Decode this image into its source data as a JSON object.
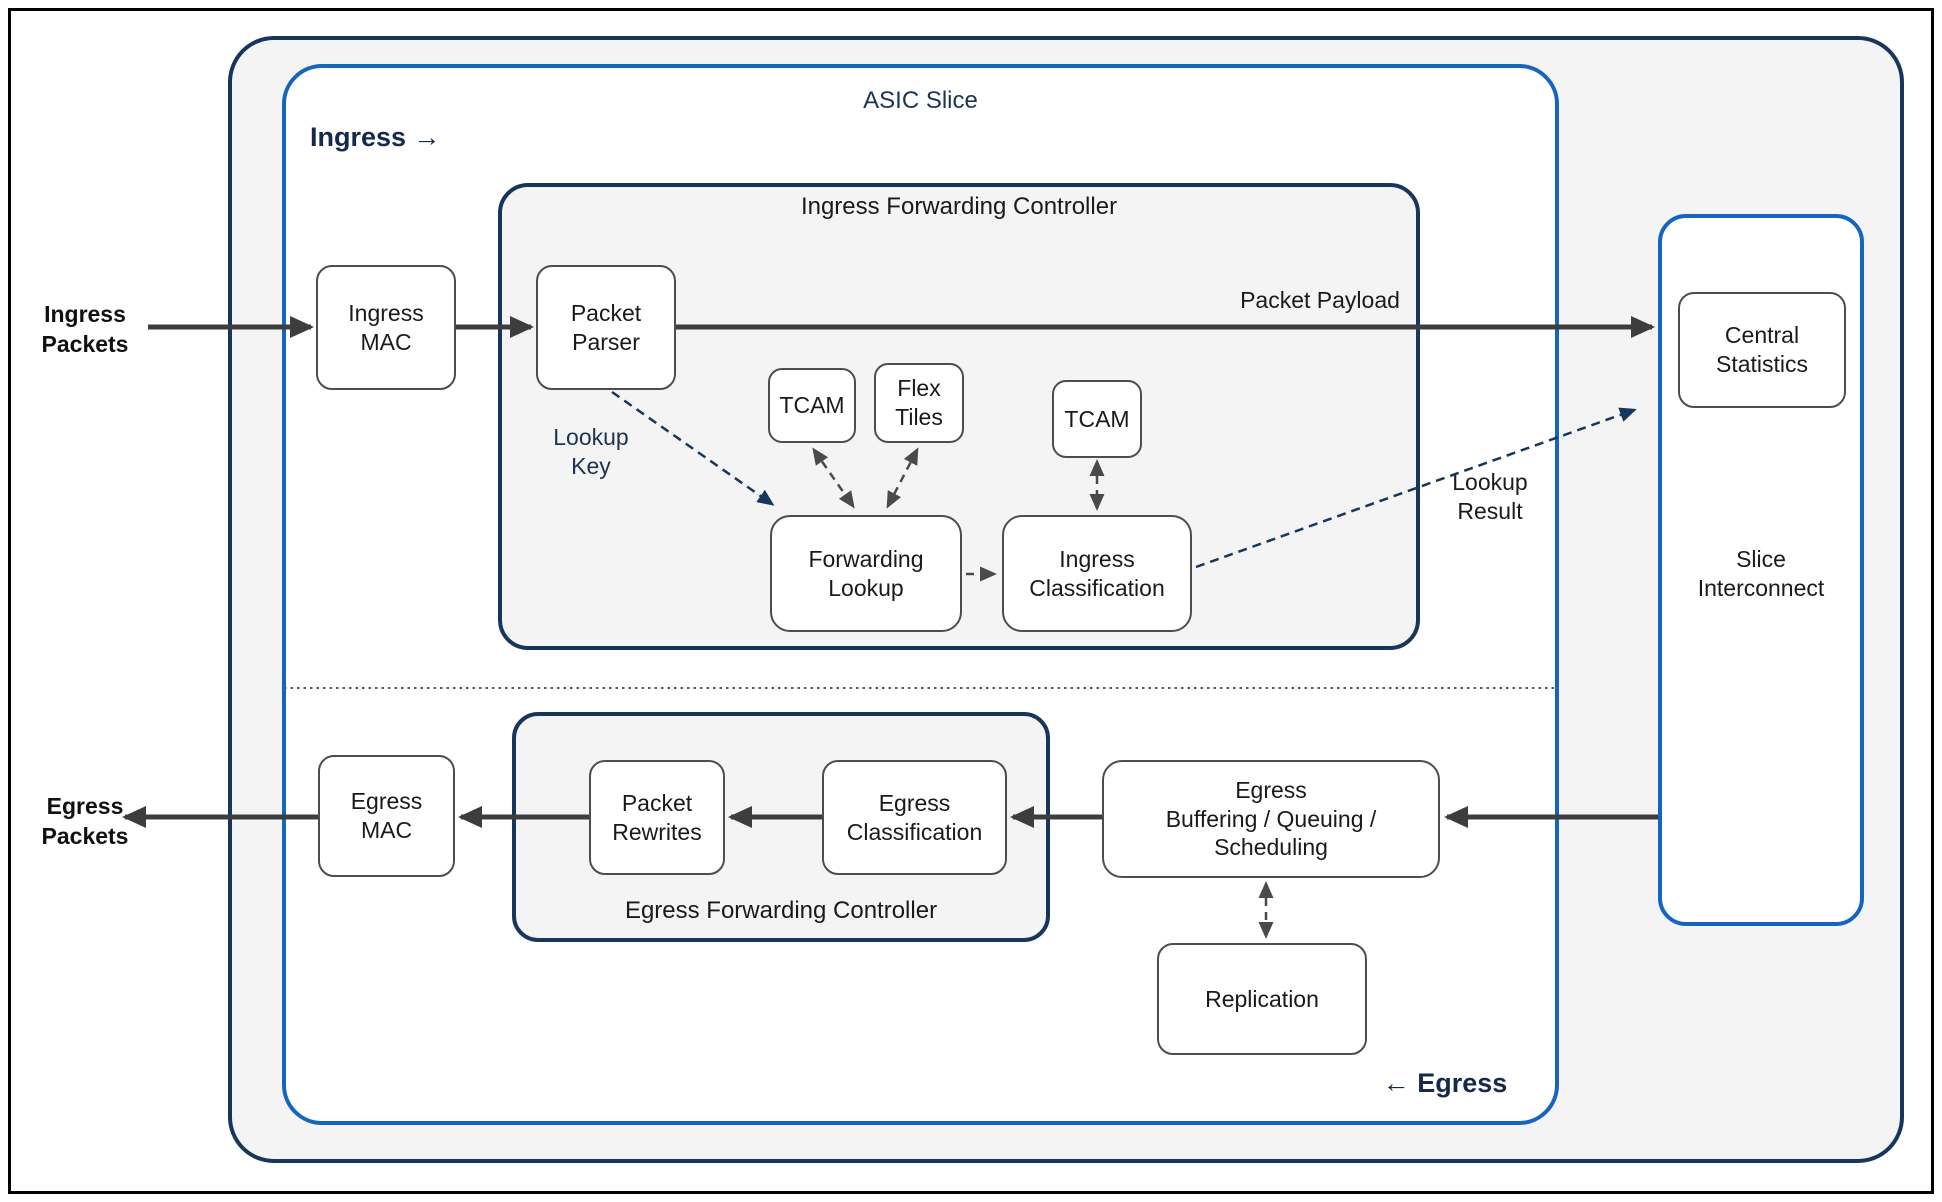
{
  "asic": {
    "title": "ASIC Slice",
    "ingress_direction": "Ingress →",
    "egress_direction": "← Egress"
  },
  "external": {
    "ingress_packets": "Ingress Packets",
    "egress_packets": "Egress Packets"
  },
  "ingress": {
    "controller_title": "Ingress Forwarding Controller",
    "ingress_mac": "Ingress MAC",
    "packet_parser": "Packet Parser",
    "tcam_a": "TCAM",
    "flex_tiles": "Flex Tiles",
    "tcam_b": "TCAM",
    "forwarding_lookup": "Forwarding Lookup",
    "ingress_classification": "Ingress Classification"
  },
  "flow": {
    "packet_payload": "Packet Payload",
    "lookup_key": "Lookup Key",
    "lookup_result": "Lookup Result"
  },
  "interconnect": {
    "label": "Slice Interconnect",
    "central_statistics": "Central Statistics"
  },
  "egress": {
    "controller_title": "Egress Forwarding Controller",
    "buffering_lines": [
      "Egress",
      "Buffering / Queuing /",
      "Scheduling"
    ],
    "egress_classification": "Egress Classification",
    "packet_rewrites": "Packet Rewrites",
    "egress_mac": "Egress MAC",
    "replication": "Replication"
  },
  "colors": {
    "navy_border": "#16365c",
    "blue_border": "#1565c0",
    "arrow_dark": "#3d3d3d",
    "node_border": "#4d4d4d",
    "panel_fill": "#f4f4f5",
    "navy_text": "#1e3250",
    "title_navy": "#1c3553"
  }
}
